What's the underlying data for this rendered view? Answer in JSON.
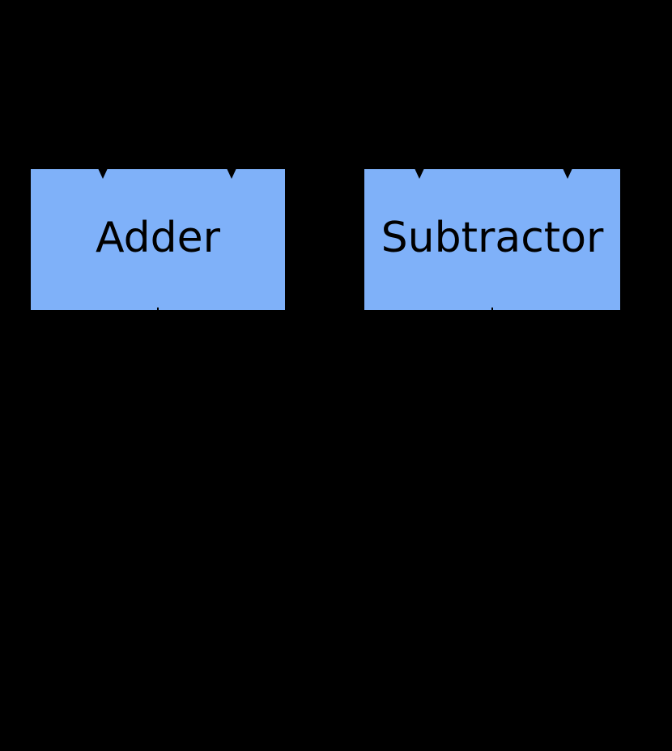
{
  "diagram": {
    "type": "block-diagram",
    "background_color": "#000000",
    "node_fill_color": "#7FB1F9",
    "node_text_color": "#000000",
    "edge_color": "#000000",
    "nodes": [
      {
        "id": "adder",
        "label": "Adder",
        "incoming_arrowheads": 2,
        "outgoing_edges": 1
      },
      {
        "id": "subtractor",
        "label": "Subtractor",
        "incoming_arrowheads": 2,
        "outgoing_edges": 1
      }
    ]
  }
}
